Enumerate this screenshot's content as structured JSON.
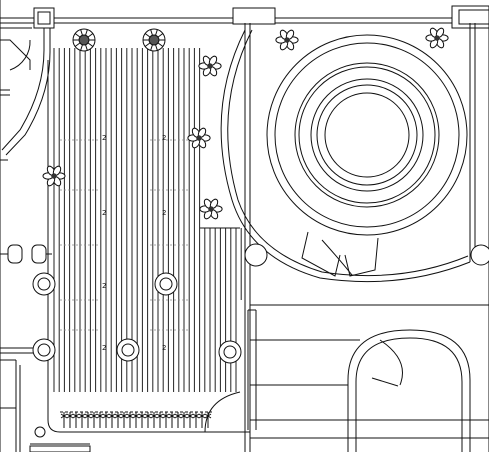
{
  "drawing": {
    "type": "architectural floor plan",
    "line_color": "#111111",
    "hatch_color": "#222222",
    "background": "#ffffff"
  },
  "plan_tags": [
    "2",
    "2",
    "2",
    "2",
    "2",
    "2",
    "2"
  ],
  "symbols": {
    "shrub": "shrub-symbol",
    "tree": "tree-symbol",
    "column": "column-symbol",
    "fountain": "concentric-fountain",
    "door": "door-swing-arc",
    "plants": "ground-planting-strip"
  }
}
